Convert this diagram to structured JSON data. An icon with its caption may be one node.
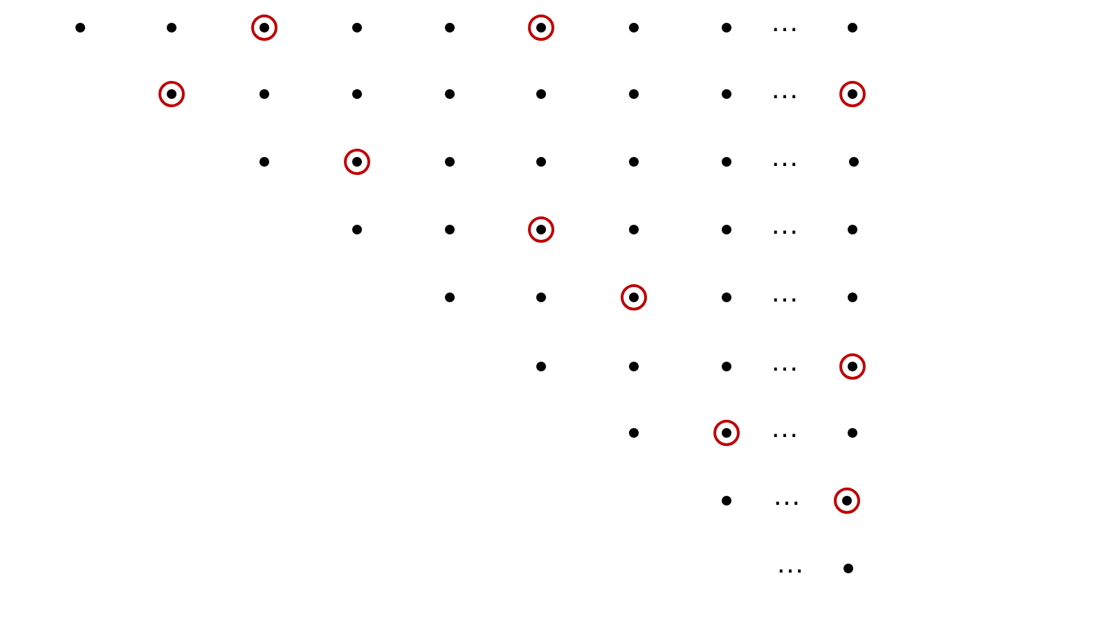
{
  "diagram": {
    "nodes": [
      {
        "text": [],
        "shape": "dot"
      },
      {
        "text": [],
        "shape": "dot"
      },
      {
        "text": [],
        "shape": "ring"
      },
      {
        "text": [],
        "shape": "dot"
      },
      {
        "text": [],
        "shape": "dot"
      },
      {
        "text": [],
        "shape": "ring"
      },
      {
        "text": [],
        "shape": "dot"
      },
      {
        "text": [],
        "shape": "dot"
      },
      {
        "text": [],
        "shape": "dot"
      },
      {
        "text": [],
        "shape": "ring"
      },
      {
        "text": [],
        "shape": "dot"
      },
      {
        "text": [],
        "shape": "dot"
      },
      {
        "text": [],
        "shape": "dot"
      },
      {
        "text": [],
        "shape": "dot"
      },
      {
        "text": [],
        "shape": "dot"
      },
      {
        "text": [],
        "shape": "dot"
      },
      {
        "text": [],
        "shape": "ring"
      },
      {
        "text": [],
        "shape": "dot"
      },
      {
        "text": [],
        "shape": "ring"
      },
      {
        "text": [],
        "shape": "dot"
      },
      {
        "text": [],
        "shape": "dot"
      },
      {
        "text": [],
        "shape": "dot"
      },
      {
        "text": [],
        "shape": "dot"
      },
      {
        "text": [],
        "shape": "dot"
      },
      {
        "text": [],
        "shape": "dot"
      },
      {
        "text": [],
        "shape": "dot"
      },
      {
        "text": [],
        "shape": "ring"
      },
      {
        "text": [],
        "shape": "dot"
      },
      {
        "text": [],
        "shape": "dot"
      },
      {
        "text": [],
        "shape": "dot"
      },
      {
        "text": [],
        "shape": "dot"
      },
      {
        "text": [],
        "shape": "dot"
      },
      {
        "text": [],
        "shape": "ring"
      },
      {
        "text": [],
        "shape": "dot"
      },
      {
        "text": [],
        "shape": "dot"
      },
      {
        "text": [],
        "shape": "dot"
      },
      {
        "text": [],
        "shape": "dot"
      },
      {
        "text": [],
        "shape": "dot"
      },
      {
        "text": [],
        "shape": "ring"
      },
      {
        "text": [],
        "shape": "dot"
      },
      {
        "text": [],
        "shape": "ring"
      },
      {
        "text": [],
        "shape": "dot"
      },
      {
        "text": [],
        "shape": "dot"
      },
      {
        "text": [],
        "shape": "ring"
      },
      {
        "text": [],
        "shape": "dot"
      }
    ],
    "labels": [
      "…",
      "…",
      "…",
      "…",
      "…",
      "…",
      "…",
      "…",
      "…"
    ]
  }
}
